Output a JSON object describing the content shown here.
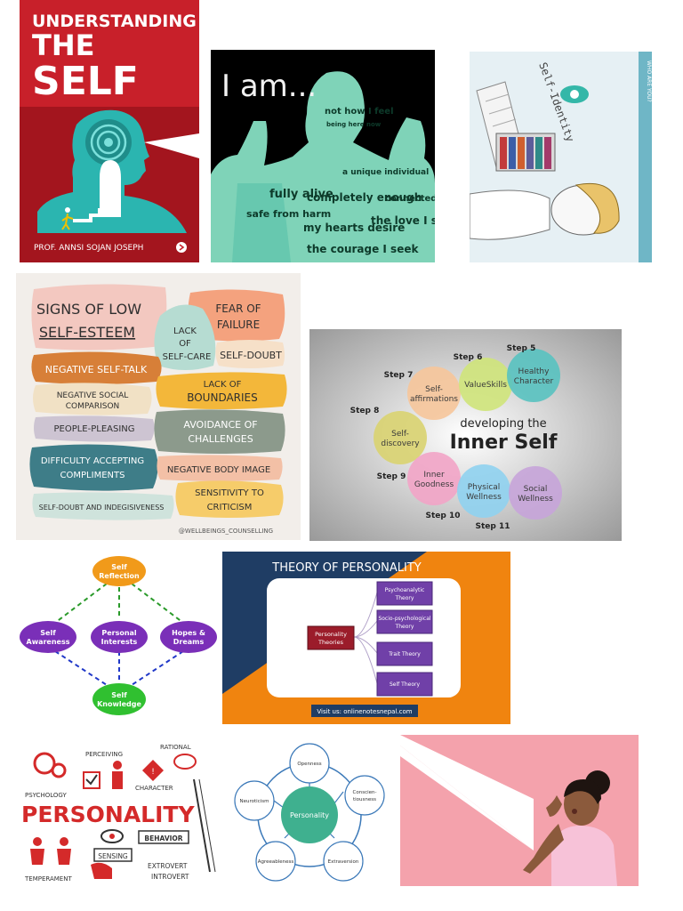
{
  "book": {
    "line1": "UNDERSTANDING",
    "line2": "THE",
    "line3": "SELF",
    "author": "PROF. ANNSI SOJAN JOSEPH",
    "colors": {
      "red": "#c8202a",
      "teal": "#2bb5b0"
    }
  },
  "iam": {
    "title": "I am...",
    "words": [
      "fully alive",
      "completely enough",
      "connected to all",
      "safe from harm",
      "my hearts desire",
      "the love I seek",
      "the courage I seek",
      "a unique individual",
      "not how I feel",
      "being here now"
    ]
  },
  "identity": {
    "label": "Self-Identity",
    "side_label": "WHO ARE YOU?"
  },
  "esteem": {
    "title_line1": "SIGNS OF LOW",
    "title_line2": "SELF-ESTEEM",
    "items": {
      "fear_failure_1": "FEAR OF",
      "fear_failure_2": "FAILURE",
      "self_care_1": "LACK",
      "self_care_2": "OF",
      "self_care_3": "SELF-CARE",
      "self_doubt": "SELF-DOUBT",
      "negative_talk": "NEGATIVE SELF-TALK",
      "boundaries_1": "LACK OF",
      "boundaries_2": "BOUNDARIES",
      "social_1": "NEGATIVE SOCIAL",
      "social_2": "COMPARISON",
      "pleasing": "PEOPLE-PLEASING",
      "avoid_1": "AVOIDANCE OF",
      "avoid_2": "CHALLENGES",
      "compliments_1": "DIFFICULTY ACCEPTING",
      "compliments_2": "COMPLIMENTS",
      "body_image": "NEGATIVE BODY IMAGE",
      "sensitivity_1": "SENSITIVITY TO",
      "sensitivity_2": "CRITICISM",
      "indecisive": "SELF-DOUBT AND INDEGISIVENESS",
      "handle": "@WELLBEINGS_COUNSELLING"
    }
  },
  "inner": {
    "title_1": "developing the",
    "title_2": "Inner Self",
    "circles": [
      {
        "label_1": "Self-",
        "label_2": "discovery",
        "step": "Step 8",
        "color": "#d9d370"
      },
      {
        "label_1": "Self-",
        "label_2": "affirmations",
        "step": "Step 7",
        "color": "#f6c59a"
      },
      {
        "label_1": "ValueSkills",
        "label_2": "",
        "step": "Step 6",
        "color": "#cfe47a"
      },
      {
        "label_1": "Healthy",
        "label_2": "Character",
        "step": "Step 5",
        "color": "#58c2c0"
      },
      {
        "label_1": "Inner",
        "label_2": "Goodness",
        "step": "Step 9",
        "color": "#f2a4c6"
      },
      {
        "label_1": "Physical",
        "label_2": "Wellness",
        "step": "Step 10",
        "color": "#8fd2f0"
      },
      {
        "label_1": "Social",
        "label_2": "Wellness",
        "step": "Step 11",
        "color": "#c7a4d9"
      }
    ]
  },
  "reflect": {
    "top_1": "Self",
    "top_2": "Reflection",
    "left_1": "Self",
    "left_2": "Awareness",
    "mid_1": "Personal",
    "mid_2": "Interests",
    "right_1": "Hopes &",
    "right_2": "Dreams",
    "bottom_1": "Self",
    "bottom_2": "Knowledge"
  },
  "theory": {
    "title": "THEORY OF PERSONALITY",
    "root_1": "Personality",
    "root_2": "Theories",
    "branches": [
      {
        "l1": "Psychoanalytic",
        "l2": "Theory"
      },
      {
        "l1": "Socio-psychological",
        "l2": "Theory"
      },
      {
        "l1": "Trait Theory",
        "l2": ""
      },
      {
        "l1": "Self Theory",
        "l2": ""
      }
    ],
    "visit": "Visit us: onlinenotesnepal.com"
  },
  "wordcloud": {
    "main": "PERSONALITY",
    "perceiving": "PERCEIVING",
    "rational": "RATIONAL",
    "psychology": "PSYCHOLOGY",
    "character": "CHARACTER",
    "behavior": "BEHAVIOR",
    "sensing": "SENSING",
    "extrovert": "EXTROVERT",
    "introvert": "INTROVERT",
    "temperament": "TEMPERAMENT"
  },
  "bigfive": {
    "center": "Personality",
    "openness": "Openness",
    "consc_1": "Conscien-",
    "consc_2": "tiousness",
    "extraversion": "Extraversion",
    "agreeableness": "Agreeableness",
    "neuroticism": "Neuroticism"
  }
}
